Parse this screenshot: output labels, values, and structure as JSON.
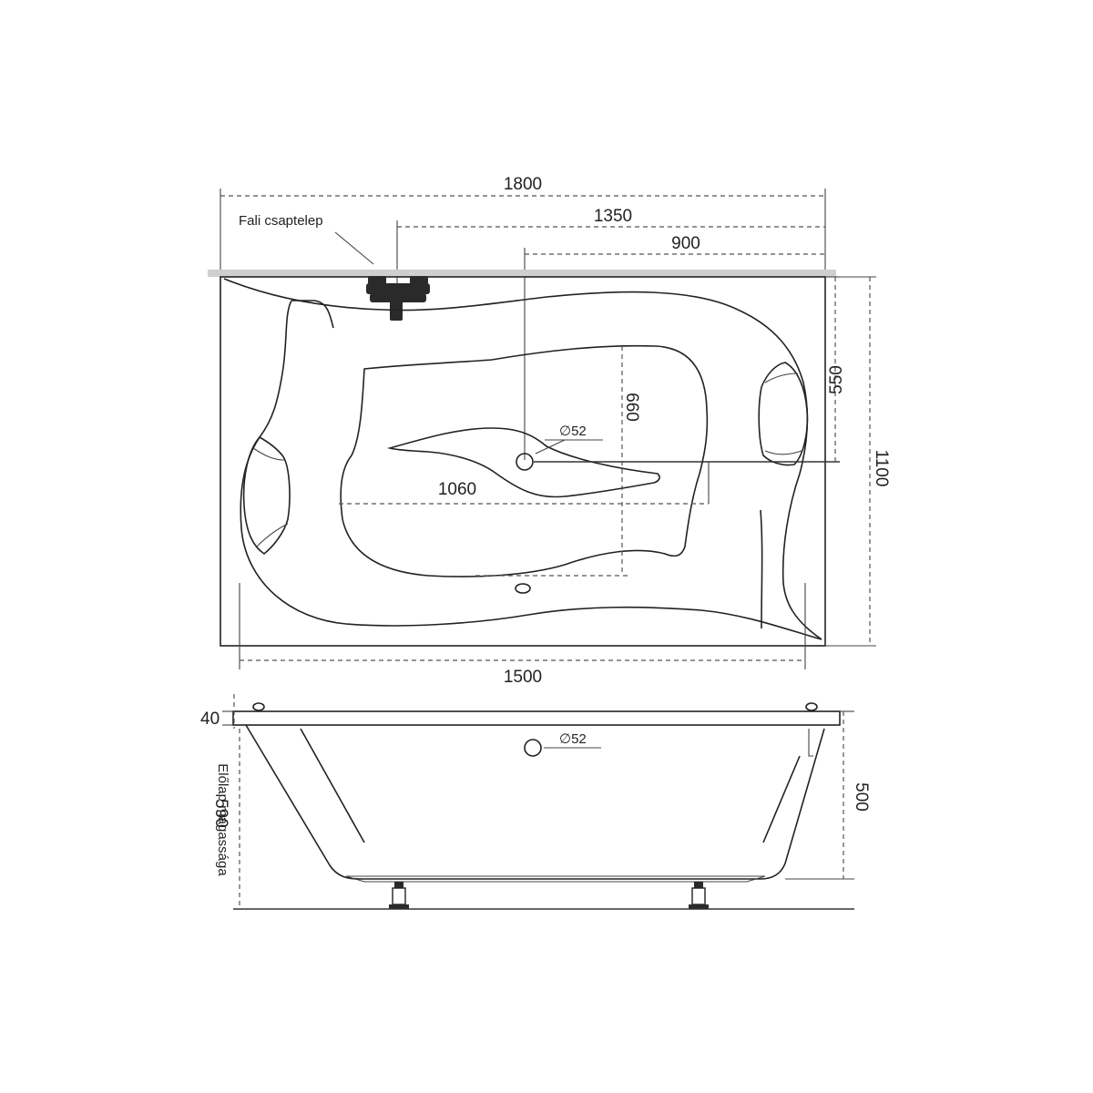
{
  "top_view": {
    "dimensions": {
      "total_length": "1800",
      "tap_to_right": "1350",
      "drain_to_right": "900",
      "inner_length": "1500",
      "total_width": "1100",
      "drain_to_wall": "550",
      "inner_width": "660",
      "inner_length_lower": "1060",
      "drain_diameter": "∅52"
    },
    "labels": {
      "tap": "Fali csaptelep"
    }
  },
  "side_view": {
    "dimensions": {
      "rim_height": "40",
      "front_panel_height": "590",
      "depth": "500",
      "overflow_diameter": "∅52"
    },
    "labels": {
      "front_panel": "Előlap magassága"
    }
  },
  "colors": {
    "line": "#222222",
    "dimension_line": "#555555",
    "wall_strip": "#cfcfcf",
    "tap": "#2a2a2a"
  }
}
